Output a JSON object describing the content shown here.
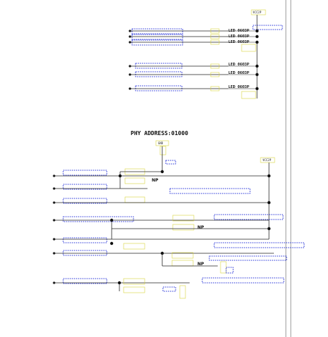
{
  "title": "PHY ADDRESS:01000",
  "power": {
    "vcc_top": "VCC2P",
    "vcc_mid": "VCC2P",
    "gnd": "GND"
  },
  "led_labels": {
    "led1": "LED 0603P",
    "led2": "LED 0603P",
    "led3": "LED 0603P",
    "led4": "LED 0603P",
    "led5": "LED 0603P",
    "led6": "LED 0603P"
  },
  "np_labels": {
    "np1": "NP",
    "np2": "NP",
    "np3": "NP"
  },
  "colors": {
    "wire": "#222222",
    "net_box": "#1e2bd6",
    "component": "#d8d23a",
    "text": "#1b1b6e"
  }
}
